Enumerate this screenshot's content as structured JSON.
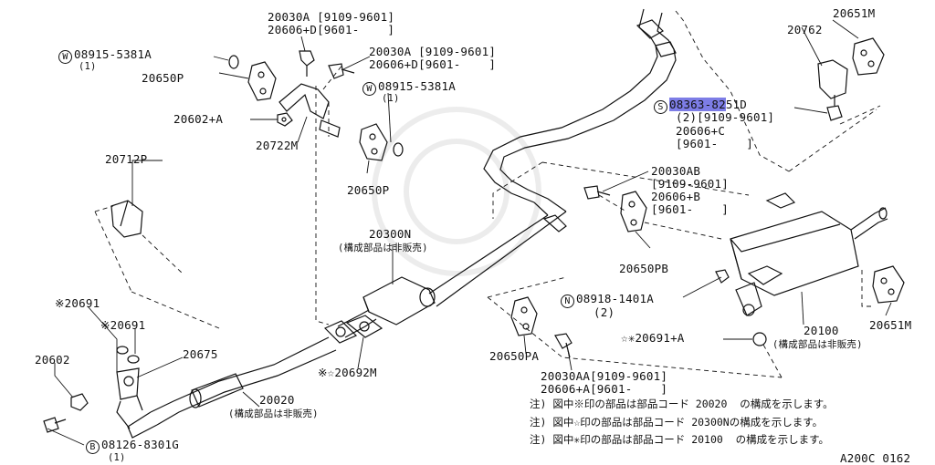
{
  "labels": {
    "p20030A_top": "20030A [9109-9601]",
    "p20606D_top": "20606+D[9601-    ]",
    "p20651M_top": "20651M",
    "p20762": "20762",
    "w08915_left_sym": "W",
    "w08915_left": "08915-5381A",
    "w08915_left_qty": "(1)",
    "p20650P_left": "20650P",
    "p20030A_mid": "20030A [9109-9601]",
    "p20606D_mid": "20606+D[9601-    ]",
    "w08915_mid_sym": "W",
    "w08915_mid": "08915-5381A",
    "w08915_mid_qty": "(1)",
    "s08363_sym": "S",
    "s08363_hl": "08363-82",
    "s08363_rest": "51D",
    "s08363_qty": "(2)[9109-9601]",
    "p20606C": "20606+C",
    "p20606C_range": "[9601-    ]",
    "p20602A": "20602+A",
    "p20722M": "20722M",
    "p20712P": "20712P",
    "p20650P_mid": "20650P",
    "p20030AB": "20030AB",
    "p20030AB_range": "[9109-9601]",
    "p20606B": "20606+B",
    "p20606B_range": "[9601-    ]",
    "p20300N": "20300N",
    "p20300N_note": "(構成部品は非販売)",
    "p20650PB": "20650PB",
    "p20691_a": "※20691",
    "p20691_b": "※20691",
    "n08918_sym": "N",
    "n08918": "08918-1401A",
    "n08918_qty": "(2)",
    "p20675": "20675",
    "p20692M": "※☆20692M",
    "p20650PA": "20650PA",
    "p20691A": "☆✳20691+A",
    "p20651M_right": "20651M",
    "p20100": "20100",
    "p20100_note": "(構成部品は非販売)",
    "p20602": "20602",
    "p20020": "20020",
    "p20020_note": "(構成部品は非販売)",
    "p20030AA": "20030AA[9109-9601]",
    "p20606A": "20606+A[9601-    ]",
    "b08126_sym": "B",
    "b08126": "08126-8301G",
    "b08126_qty": "(1)",
    "diagram_code": "A200C 0162"
  },
  "notes": [
    "注) 図中※印の部品は部品コード 20020  の構成を示します。",
    "注) 図中☆印の部品は部品コード 20300Nの構成を示します。",
    "注) 図中✳印の部品は部品コード 20100  の構成を示します。"
  ]
}
